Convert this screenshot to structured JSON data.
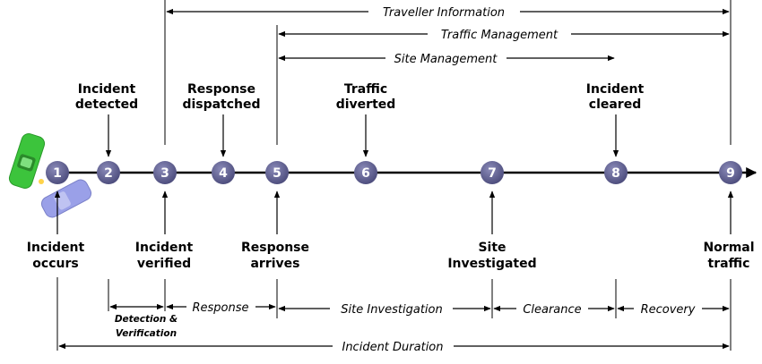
{
  "colors": {
    "node_fill": "#5a5a8c",
    "car_green": "#3cc43c",
    "car_blue": "#9aa0e8",
    "line": "#000000"
  },
  "icons": [
    "crashed-cars-icon"
  ],
  "nodes": [
    "1",
    "2",
    "3",
    "4",
    "5",
    "6",
    "7",
    "8",
    "9"
  ],
  "top_labels": {
    "detected": [
      "Incident",
      "detected"
    ],
    "dispatched": [
      "Response",
      "dispatched"
    ],
    "diverted": [
      "Traffic",
      "diverted"
    ],
    "cleared": [
      "Incident",
      "cleared"
    ]
  },
  "bottom_labels": {
    "occurs": [
      "Incident",
      "occurs"
    ],
    "verified": [
      "Incident",
      "verified"
    ],
    "arrives": [
      "Response",
      "arrives"
    ],
    "investigated": [
      "Site",
      "Investigated"
    ],
    "normal": [
      "Normal",
      "traffic"
    ]
  },
  "spans": {
    "traveller_information": "Traveller Information",
    "traffic_management": "Traffic Management",
    "site_management": "Site Management",
    "detection_verification": [
      "Detection &",
      "Verification"
    ],
    "response": "Response",
    "site_investigation": "Site Investigation",
    "clearance": "Clearance",
    "recovery": "Recovery",
    "incident_duration": "Incident Duration"
  }
}
